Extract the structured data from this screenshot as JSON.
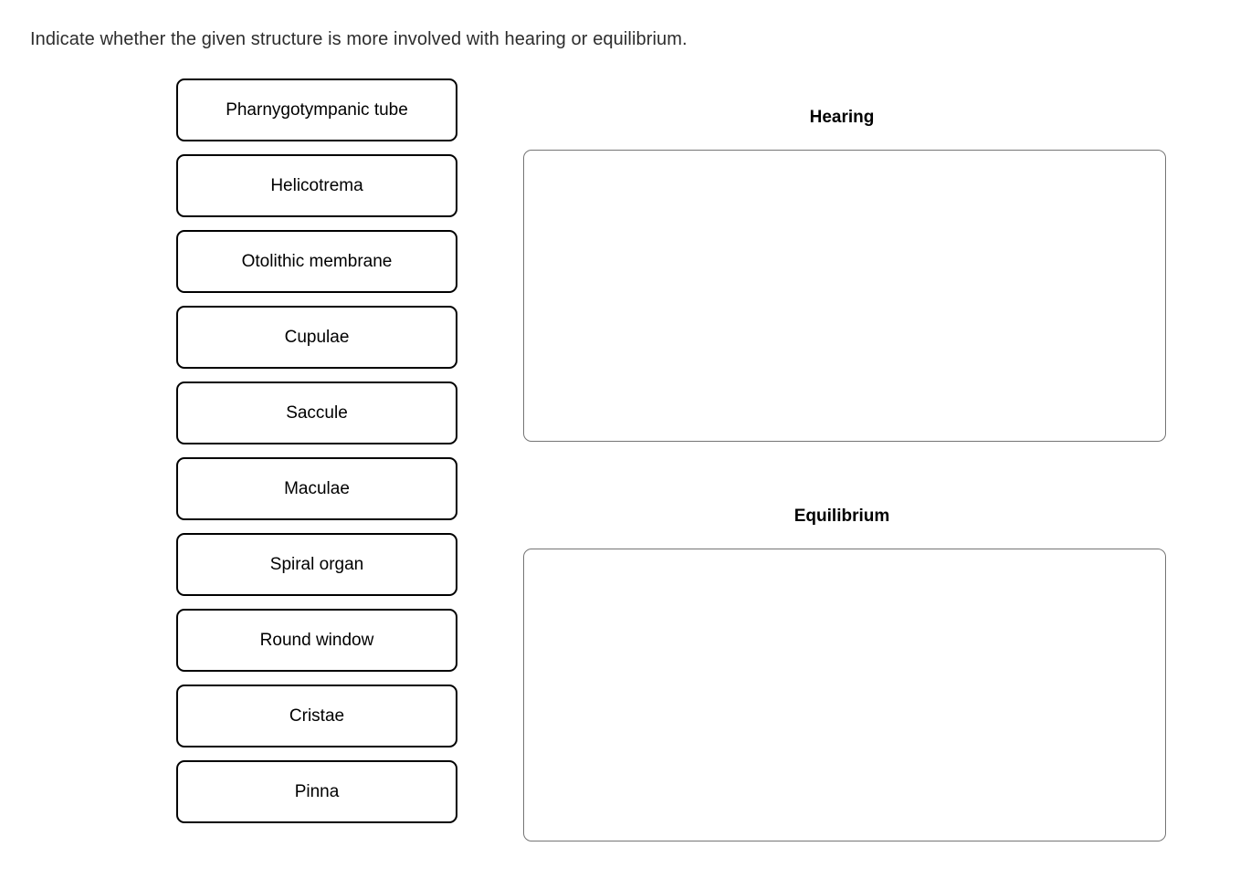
{
  "instruction": "Indicate whether the given structure is more involved with hearing or equilibrium.",
  "tokens": [
    {
      "label": "Pharnygotympanic tube"
    },
    {
      "label": "Helicotrema"
    },
    {
      "label": "Otolithic membrane"
    },
    {
      "label": "Cupulae"
    },
    {
      "label": "Saccule"
    },
    {
      "label": "Maculae"
    },
    {
      "label": "Spiral organ"
    },
    {
      "label": "Round window"
    },
    {
      "label": "Cristae"
    },
    {
      "label": "Pinna"
    }
  ],
  "zones": [
    {
      "heading": "Hearing",
      "items": []
    },
    {
      "heading": "Equilibrium",
      "items": []
    }
  ],
  "colors": {
    "page_background": "#ffffff",
    "token_border": "#000000",
    "token_text": "#000000",
    "dropzone_border": "#757575",
    "instruction_text": "#2d2d2d",
    "heading_text": "#000000"
  }
}
